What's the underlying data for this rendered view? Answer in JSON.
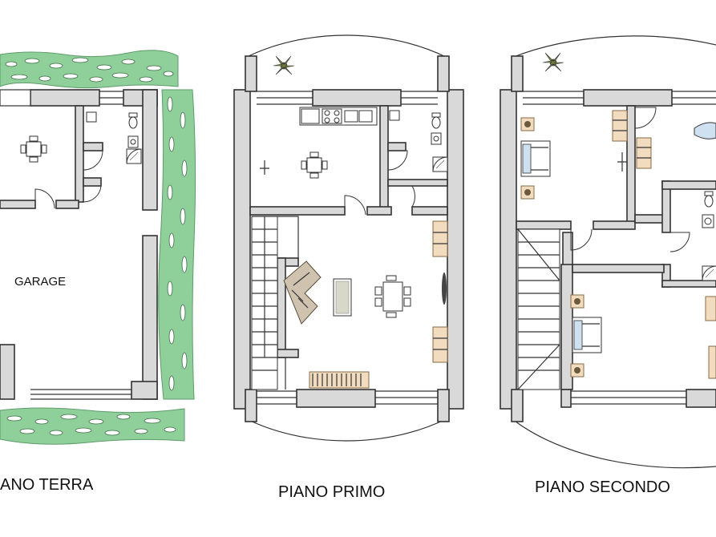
{
  "labels": {
    "garage": "GARAGE",
    "ground_floor": "ANO TERRA",
    "first_floor": "PIANO PRIMO",
    "second_floor": "PIANO SECONDO"
  },
  "colors": {
    "wall_fill": "#d9d9d9",
    "wall_stroke": "#333333",
    "hedge": "#8fcf9a",
    "furniture_wood": "#f2dcc0",
    "sofa": "#cfc2ae"
  },
  "icons": {
    "plant": "plant-icon",
    "dining_table": "dining-table-icon",
    "toilet": "toilet-icon",
    "shower": "shower-icon",
    "bed": "bed-icon",
    "sofa": "sofa-icon",
    "stairs": "stairs-icon",
    "kitchen": "kitchen-counter-icon"
  }
}
